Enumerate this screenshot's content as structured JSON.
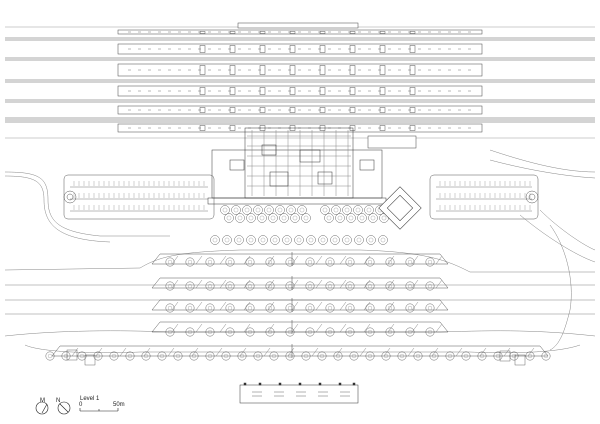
{
  "legend": {
    "north_left_letter": "M",
    "north_right_letter": "N",
    "level_label": "Level 1",
    "scale_start": "0",
    "scale_end": "50m"
  },
  "colors": {
    "line": "#3a3a3a",
    "light_line": "#9a9a9a",
    "background": "#ffffff"
  }
}
